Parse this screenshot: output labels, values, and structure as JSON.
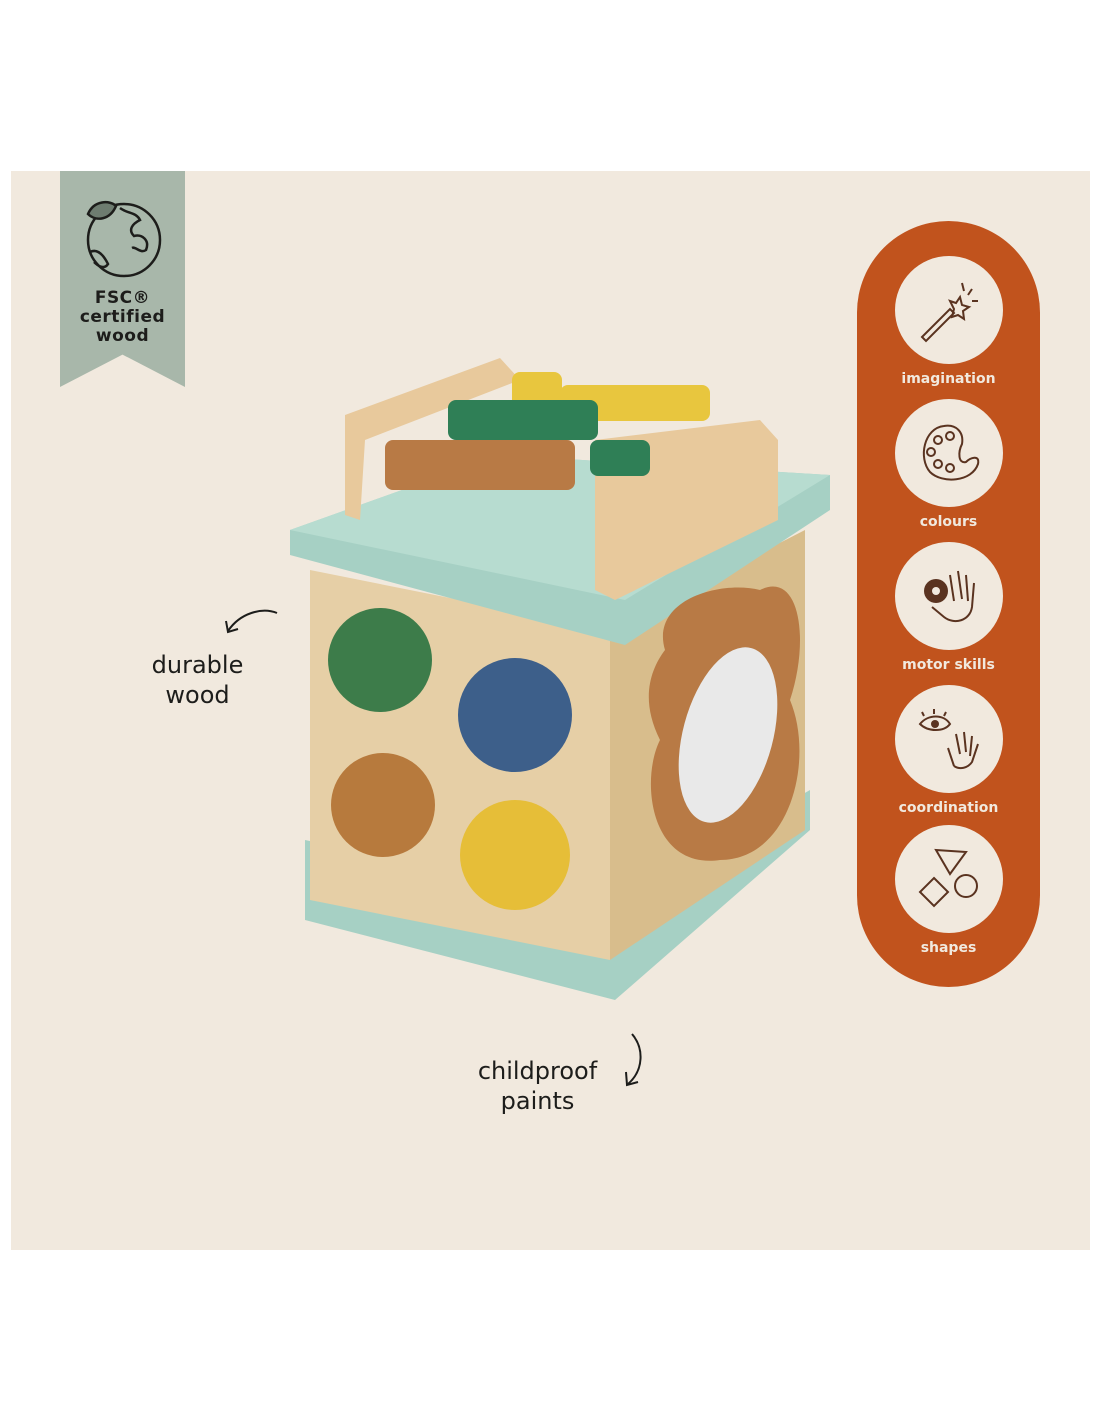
{
  "badge": {
    "line1": "FSC®",
    "line2": "certified",
    "line3": "wood",
    "icon": "globe-leaf-icon"
  },
  "skills": [
    {
      "label": "imagination",
      "icon": "magic-wand-icon"
    },
    {
      "label": "colours",
      "icon": "palette-icon"
    },
    {
      "label": "motor skills",
      "icon": "hand-donut-icon"
    },
    {
      "label": "coordination",
      "icon": "eye-hand-icon"
    },
    {
      "label": "shapes",
      "icon": "shapes-icon"
    }
  ],
  "notes": {
    "durable_line1": "durable",
    "durable_line2": "wood",
    "paints_line1": "childproof",
    "paints_line2": "paints"
  },
  "colors": {
    "background": "#f1e9de",
    "pill": "#c1531d",
    "badge": "#a8b7aa"
  }
}
